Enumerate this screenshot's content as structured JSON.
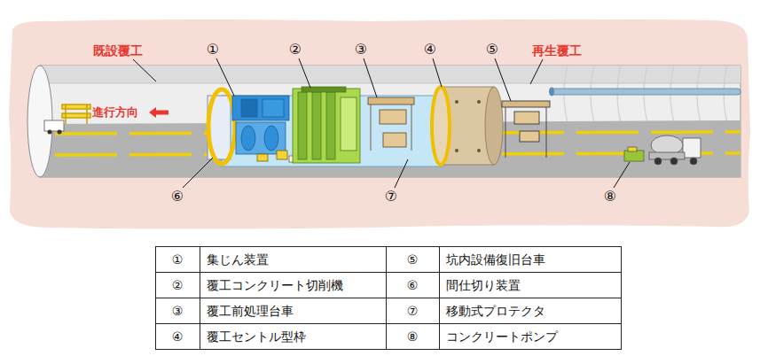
{
  "diagram": {
    "labels": [
      "既設覆工",
      "再生覆工",
      "①",
      "②",
      "③",
      "④",
      "⑤",
      "進行方向",
      "⑥",
      "⑦",
      "⑧",
      "①",
      "集じん装置",
      "⑤",
      "坑内設備復旧台車",
      "②",
      "覆工コンクリート切削機",
      "⑥",
      "間仕切り装置",
      "③",
      "覆工前処理台車",
      "⑦",
      "移動式プロテクタ",
      "④",
      "覆工セントル型枠",
      "⑧",
      "コンクリートポンプ"
    ]
  }
}
